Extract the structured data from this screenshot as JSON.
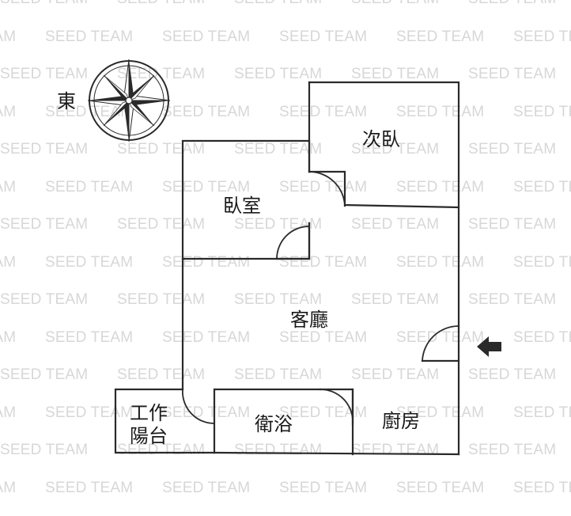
{
  "watermark_text": "SEED TEAM",
  "compass": {
    "label": "東",
    "icon": "compass-rose-icon"
  },
  "rooms": {
    "second_bedroom": "次臥",
    "bedroom": "臥室",
    "living_room": "客廳",
    "utility_balcony": "工作陽台",
    "bathroom": "衛浴",
    "kitchen": "廚房"
  },
  "entrance": {
    "icon": "entrance-arrow-icon"
  },
  "colors": {
    "wall": "#2a2a2a",
    "watermark": "#d7d7d7",
    "label": "#1a1a1a"
  }
}
